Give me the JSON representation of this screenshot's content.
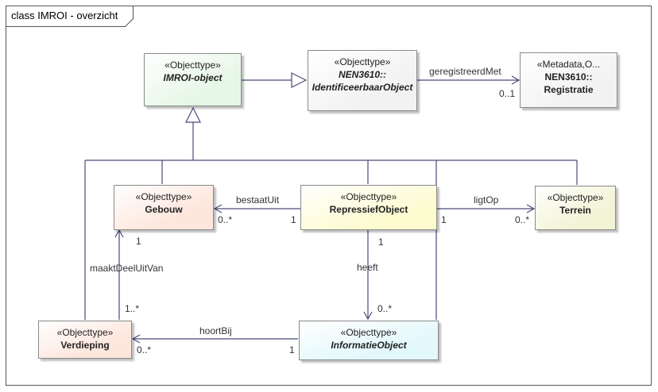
{
  "frame": {
    "title": "class IMROI - overzicht"
  },
  "classes": {
    "imroi": {
      "stereotype": "«Objecttype»",
      "name": "IMROI-object",
      "fill": "#e6f7e6"
    },
    "identificeerbaar": {
      "stereotype": "«Objecttype»",
      "name1": "NEN3610::",
      "name2": "IdentificeerbaarObject",
      "fill": "#f2f2f2"
    },
    "registratie": {
      "stereotype": "«Metadata,O...",
      "name1": "NEN3610::",
      "name2": "Registratie",
      "fill": "#f2f2f2"
    },
    "gebouw": {
      "stereotype": "«Objecttype»",
      "name": "Gebouw",
      "fill": "#fde6dc"
    },
    "repressief": {
      "stereotype": "«Objecttype»",
      "name": "RepressiefObject",
      "fill": "#fdfbd0"
    },
    "terrein": {
      "stereotype": "«Objecttype»",
      "name": "Terrein",
      "fill": "#f3f3d6"
    },
    "verdieping": {
      "stereotype": "«Objecttype»",
      "name": "Verdieping",
      "fill": "#fde6dc"
    },
    "informatie": {
      "stereotype": "«Objecttype»",
      "name": "InformatieObject",
      "fill": "#e3f8fb"
    }
  },
  "associations": {
    "geregistreerdMet": {
      "name": "geregistreerdMet",
      "target_mult": "0..1"
    },
    "bestaatUit": {
      "name": "bestaatUit",
      "source_mult": "1",
      "target_mult": "0..*"
    },
    "ligtOp": {
      "name": "ligtOp",
      "source_mult": "1",
      "target_mult": "0..*"
    },
    "heeft": {
      "name": "heeft",
      "source_mult": "1",
      "target_mult": "0..*"
    },
    "maaktDeelUitVan": {
      "name": "maaktDeelUitVan",
      "source_mult": "1..*",
      "target_mult": "1"
    },
    "hoortBij": {
      "name": "hoortBij",
      "source_mult": "1",
      "target_mult": "0..*"
    }
  }
}
